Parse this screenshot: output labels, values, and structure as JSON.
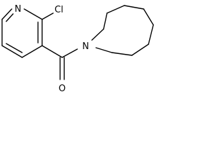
{
  "molecule": {
    "atoms": {
      "pyridine_n": "N",
      "chlorine": "Cl",
      "carbonyl_o": "O",
      "azepane_n": "N"
    }
  }
}
